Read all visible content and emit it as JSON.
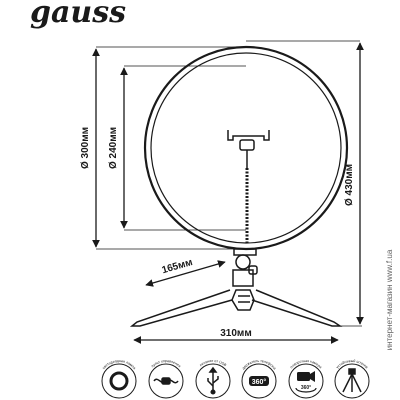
{
  "brand": {
    "logo_text": "gauss"
  },
  "dimensions": {
    "outer_diameter": "Ø 430мм",
    "ring_diameter": "Ø 300мм",
    "inner_diameter": "Ø 240мм",
    "leg_length": "165мм",
    "base_width": "310мм"
  },
  "side_text": "интернет-магазин www.f.ua",
  "features": [
    {
      "icon": "ring-light-icon",
      "label": "светодиодная лампа",
      "badge": ""
    },
    {
      "icon": "cable-icon",
      "label": "пульт управления",
      "badge": ""
    },
    {
      "icon": "usb-icon",
      "label": "питание от USB",
      "badge": ""
    },
    {
      "icon": "phone-rotate-icon",
      "label": "держатель телефона",
      "badge": "360°"
    },
    {
      "icon": "camera-rotate-icon",
      "label": "поворотная камера",
      "badge": "360°"
    },
    {
      "icon": "tripod-icon",
      "label": "устойчивый штатив",
      "badge": ""
    }
  ],
  "colors": {
    "line": "#1a1a1a",
    "background": "#ffffff",
    "badge_bg": "#1a1a1a"
  }
}
